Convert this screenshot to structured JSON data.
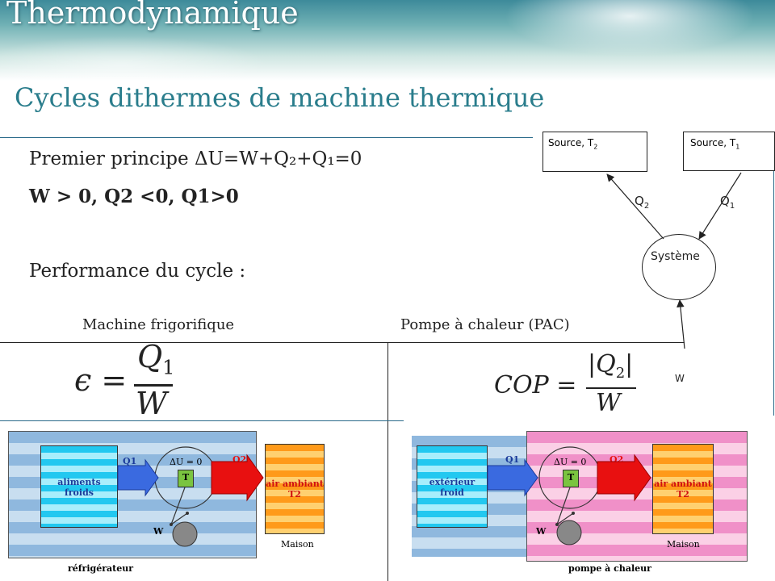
{
  "header": {
    "title": "Thermodynamique",
    "subtitle": "Cycles dithermes de machine thermique"
  },
  "body": {
    "line1_prefix": "Premier principe ",
    "line1_formula": "ΔU=W+Q₂+Q₁=0",
    "line2": "W > 0, Q2 <0, Q1>0",
    "line3": "Performance du cycle :"
  },
  "schema": {
    "source_t2_label": "Source, T",
    "source_t2_sub": "2",
    "source_t1_label": "Source, T",
    "source_t1_sub": "1",
    "q2_label": "Q",
    "q2_sub": "2",
    "q1_label": "Q",
    "q1_sub": "1",
    "system_label": "Système",
    "w_label": "W"
  },
  "machines": {
    "left_title": "Machine frigorifique",
    "right_title": "Pompe à chaleur (PAC)",
    "left_formula_lhs": "ϵ =",
    "left_formula_num": "Q",
    "left_formula_num_sub": "1",
    "left_formula_den": "W",
    "right_formula_lhs": "COP =",
    "right_formula_num": "|Q",
    "right_formula_num_sub": "2",
    "right_formula_num_end": "|",
    "right_formula_den": "W"
  },
  "fridge": {
    "cold_block": "aliments\nfroids",
    "q1": "Q1",
    "q2": "Q2",
    "du": "ΔU = 0",
    "t": "T",
    "w": "W",
    "hot_block": "air ambiant\nT2",
    "house": "Maison",
    "caption": "réfrigérateur"
  },
  "heatpump": {
    "cold_block": "extérieur\nfroid",
    "q1": "Q1",
    "q2": "Q2",
    "du": "ΔU = 0",
    "t": "T",
    "w": "W",
    "hot_block": "air ambiant\nT2",
    "house": "Maison",
    "caption": "pompe à chaleur"
  },
  "colors": {
    "title_accent": "#2a7d8c",
    "q1_arrow": "#3a6ae0",
    "q2_arrow": "#e81010",
    "cold_block": "#22c8f0",
    "hot_block": "#ff9a1a",
    "t_block": "#7ac440"
  }
}
